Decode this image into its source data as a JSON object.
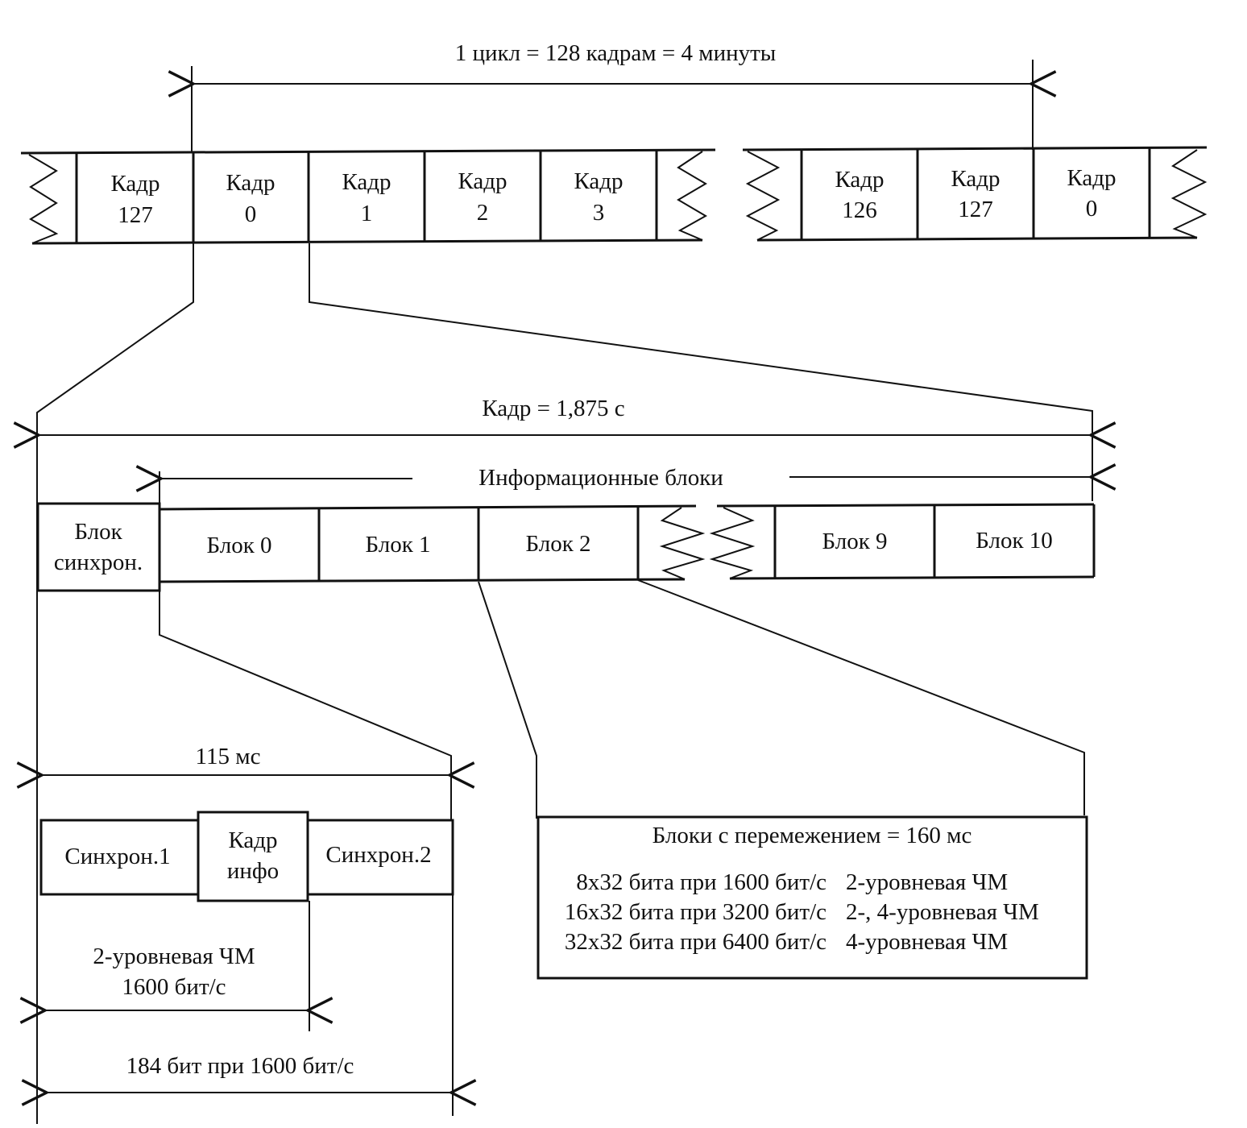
{
  "cycle_label": "1 цикл = 128 кадрам = 4 минуты",
  "frames_row1": [
    {
      "line1": "Кадр",
      "line2": "127"
    },
    {
      "line1": "Кадр",
      "line2": "0"
    },
    {
      "line1": "Кадр",
      "line2": "1"
    },
    {
      "line1": "Кадр",
      "line2": "2"
    },
    {
      "line1": "Кадр",
      "line2": "3"
    }
  ],
  "frames_row2": [
    {
      "line1": "Кадр",
      "line2": "126"
    },
    {
      "line1": "Кадр",
      "line2": "127"
    },
    {
      "line1": "Кадр",
      "line2": "0"
    }
  ],
  "frame_duration_label": "Кадр = 1,875 с",
  "info_blocks_label": "Информационные блоки",
  "sync_block": {
    "line1": "Блок",
    "line2": "синхрон."
  },
  "blocks_row1": [
    "Блок 0",
    "Блок 1",
    "Блок 2"
  ],
  "blocks_row2": [
    "Блок 9",
    "Блок 10"
  ],
  "sync_duration_label": "115 мс",
  "sync_parts": {
    "sync1": "Синхрон.1",
    "frame_info_line1": "Кадр",
    "frame_info_line2": "инфо",
    "sync2": "Синхрон.2"
  },
  "modulation_label_line1": "2-уровневая ЧМ",
  "modulation_label_line2": "1600 бит/с",
  "bits_label": "184 бит при 1600 бит/с",
  "interleave_box": {
    "title": "Блоки с перемежением = 160 мс",
    "rows": [
      {
        "bits": "8x32 бита при 1600 бит/с",
        "mod": "2-уровневая ЧМ"
      },
      {
        "bits": "16x32 бита при 3200 бит/с",
        "mod": "2-, 4-уровневая ЧМ"
      },
      {
        "bits": "32x32 бита при 6400 бит/с",
        "mod": "4-уровневая ЧМ"
      }
    ]
  }
}
